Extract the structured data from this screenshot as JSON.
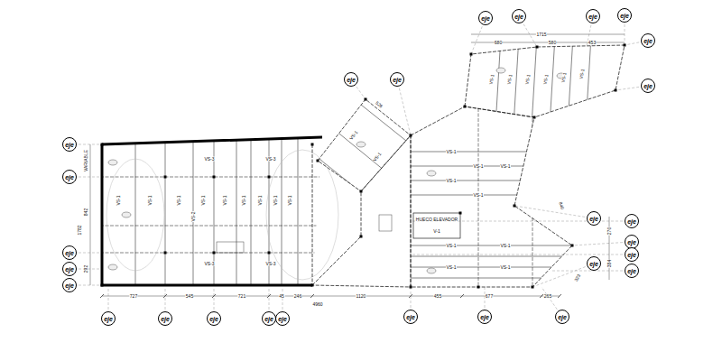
{
  "diagram": {
    "nodes": [
      {
        "text": [
          "eje"
        ]
      },
      {
        "text": [
          "eje"
        ]
      },
      {
        "text": [
          "eje"
        ]
      },
      {
        "text": [
          "eje"
        ]
      },
      {
        "text": [
          "eje"
        ]
      },
      {
        "text": [
          "eje"
        ]
      },
      {
        "text": [
          "eje"
        ]
      },
      {
        "text": [
          "eje"
        ]
      },
      {
        "text": [
          "eje"
        ]
      },
      {
        "text": [
          "eje"
        ]
      },
      {
        "text": [
          "eje"
        ]
      },
      {
        "text": [
          "eje"
        ]
      },
      {
        "text": [
          "eje"
        ]
      },
      {
        "text": [
          "eje"
        ]
      },
      {
        "text": [
          "eje"
        ]
      },
      {
        "text": [
          "eje"
        ]
      },
      {
        "text": [
          "eje"
        ]
      },
      {
        "text": [
          "eje"
        ]
      },
      {
        "text": [
          "eje"
        ]
      },
      {
        "text": [
          "eje"
        ]
      },
      {
        "text": [
          "eje"
        ]
      },
      {
        "text": [
          "eje"
        ]
      },
      {
        "text": [
          "eje"
        ]
      },
      {
        "text": [
          "eje"
        ]
      },
      {
        "text": [
          "eje"
        ]
      },
      {
        "text": [
          "eje"
        ]
      },
      {
        "text": [
          "eje"
        ]
      }
    ],
    "labels": [
      "727",
      "545",
      "721",
      "45",
      "246",
      "4960",
      "1120",
      "455",
      "677",
      "265",
      "VARIABLE",
      "842",
      "1782",
      "292",
      "680",
      "1715",
      "580",
      "453",
      "526",
      "840",
      "270",
      "384",
      "323",
      "HUECO ELEVADOR",
      "V-1",
      "VS-1",
      "VS-1",
      "VS-1",
      "VS-1",
      "VS-1",
      "VS-1",
      "VS-1",
      "VS-1",
      "VS-1",
      "VS-3",
      "VS-3",
      "VS-3",
      "VS-3",
      "VS-2",
      "VS-1",
      "VS-1",
      "VS-1",
      "VS-1",
      "VS-1",
      "VS-1",
      "VS-1",
      "VS-1",
      "VS-1",
      "VS-1",
      "VS-1",
      "VS-1",
      "VS-1",
      "VS-1",
      "VS-1",
      "VS-1",
      "VS-1"
    ]
  }
}
